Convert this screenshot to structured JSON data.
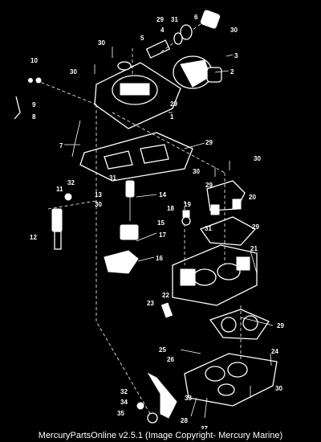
{
  "diagram": {
    "callouts": [
      "1",
      "2",
      "3",
      "4",
      "5",
      "6",
      "7",
      "8",
      "9",
      "10",
      "11",
      "12",
      "13",
      "14",
      "15",
      "16",
      "17",
      "18",
      "19",
      "20",
      "21",
      "22",
      "23",
      "24",
      "25",
      "26",
      "27",
      "28",
      "29",
      "30",
      "31",
      "32",
      "33",
      "34",
      "35"
    ],
    "callout_29": "29",
    "callout_30": "30",
    "callout_31": "31",
    "callout_32": "32"
  },
  "footer": {
    "caption": "MercuryPartsOnline v2.5.1 (Image Copyright- Mercury Marine)"
  },
  "colors": {
    "background": "#000000",
    "foreground": "#ffffff"
  }
}
